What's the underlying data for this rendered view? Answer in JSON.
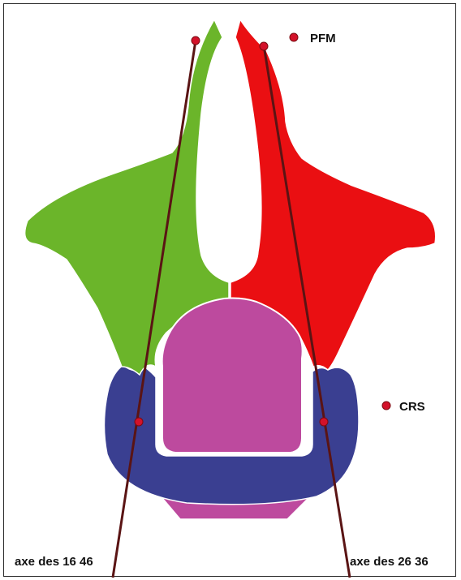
{
  "legend": {
    "pfm_label": "PFM",
    "crs_label": "CRS",
    "marker_color": "#d3122a"
  },
  "axes": {
    "left_label": "axe des 16 46",
    "right_label": "axe des 26 36",
    "line_color": "#5a1414"
  },
  "colors": {
    "left_segment": "#6bb52a",
    "right_segment": "#ea0f12",
    "center_segment": "#bd4a9e",
    "lower_segment": "#3a3f91"
  }
}
